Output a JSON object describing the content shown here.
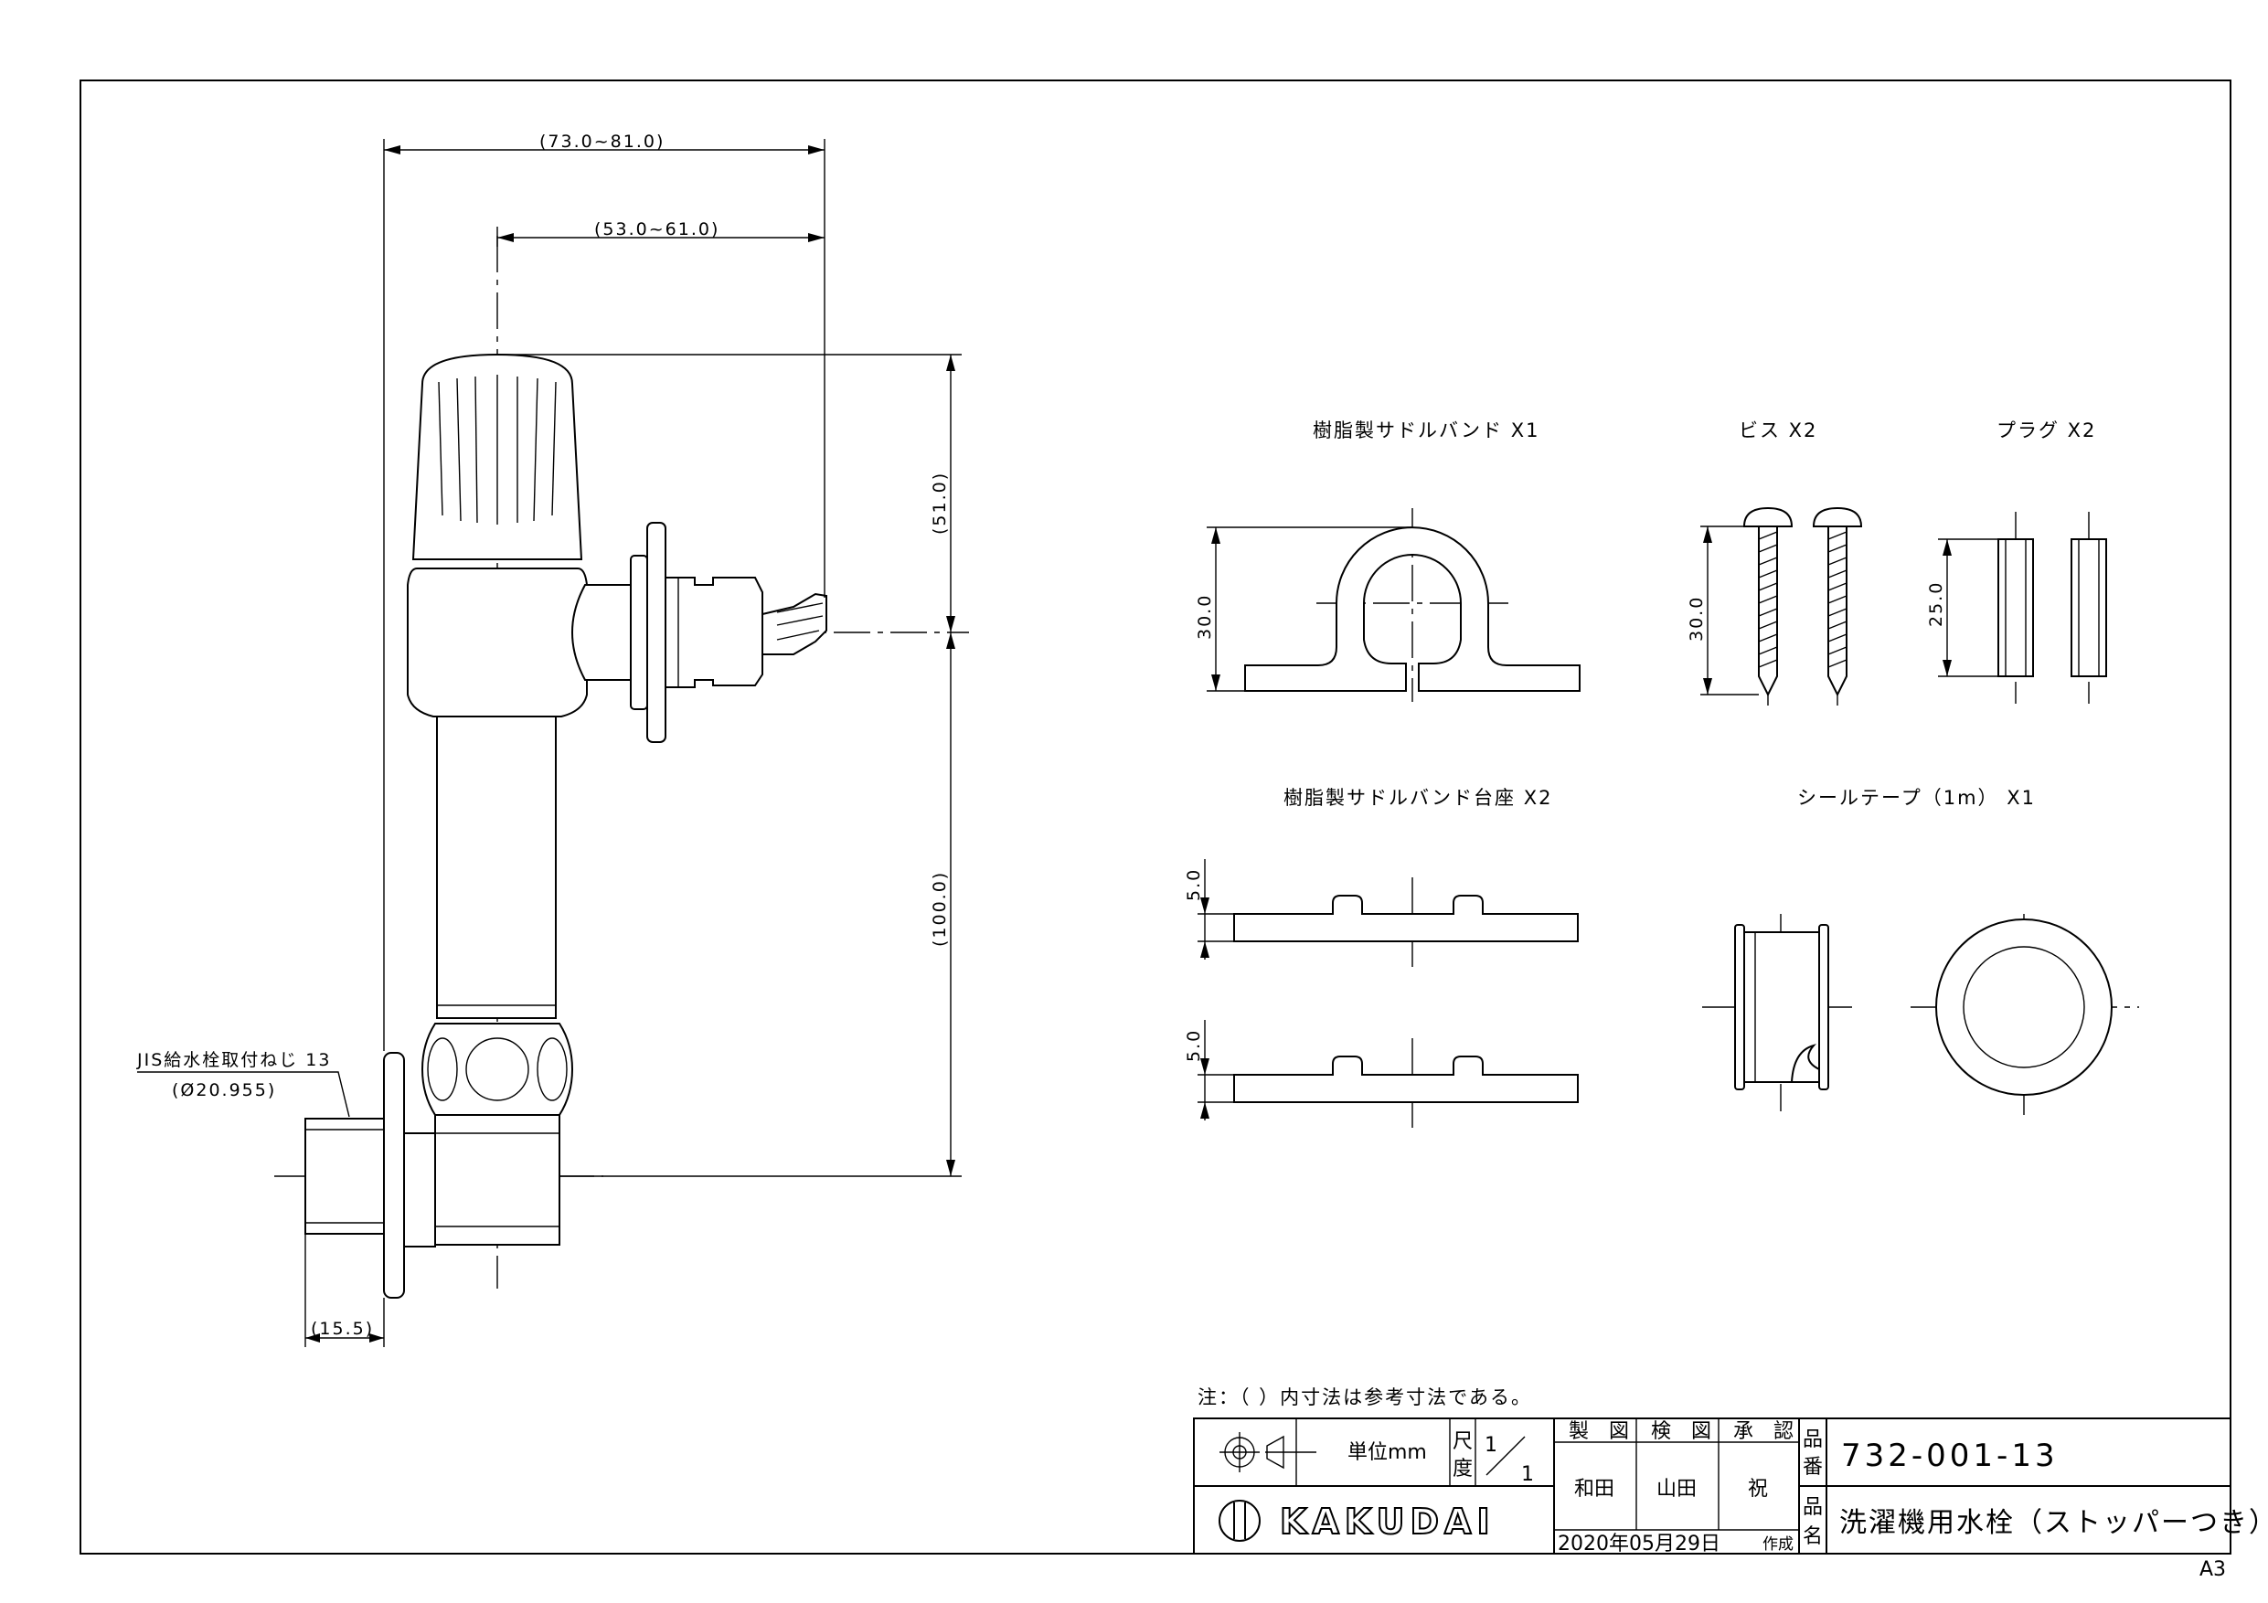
{
  "dimensions": {
    "overall_width": "(73.0~81.0)",
    "spout_width": "(53.0~61.0)",
    "upper_height": "(51.0)",
    "lower_height": "(100.0)",
    "thread_depth": "(15.5)"
  },
  "thread_callout": {
    "line1": "JIS給水栓取付ねじ 13",
    "line2": "(Ø20.955)"
  },
  "accessories": {
    "saddle_band": {
      "label": "樹脂製サドルバンド  X1",
      "height": "30.0"
    },
    "screw": {
      "label": "ビス  X2",
      "height": "30.0"
    },
    "plug": {
      "label": "プラグ  X2",
      "height": "25.0"
    },
    "saddle_base": {
      "label": "樹脂製サドルバンド台座  X2",
      "thickness_1": "5.0",
      "thickness_2": "5.0"
    },
    "seal_tape": {
      "label": "シールテープ（1m）  X1"
    }
  },
  "note": "注：（  ）内寸法は参考寸法である。",
  "title_block": {
    "unit_label": "単位mm",
    "scale_label_1": "尺",
    "scale_label_2": "度",
    "scale_num": "1",
    "scale_den": "1",
    "drawn_label": "製　図",
    "checked_label": "検　図",
    "approved_label": "承　認",
    "drawn_by": "和田",
    "checked_by": "山田",
    "approved_by": "祝",
    "date": "2020年05月29日",
    "created_label": "作成",
    "part_no_label_1": "品",
    "part_no_label_2": "番",
    "part_no": "732-001-13",
    "part_name_label_1": "品",
    "part_name_label_2": "名",
    "part_name": "洗濯機用水栓（ストッパーつき）",
    "company": "KAKUDAI"
  },
  "sheet_size": "A3"
}
